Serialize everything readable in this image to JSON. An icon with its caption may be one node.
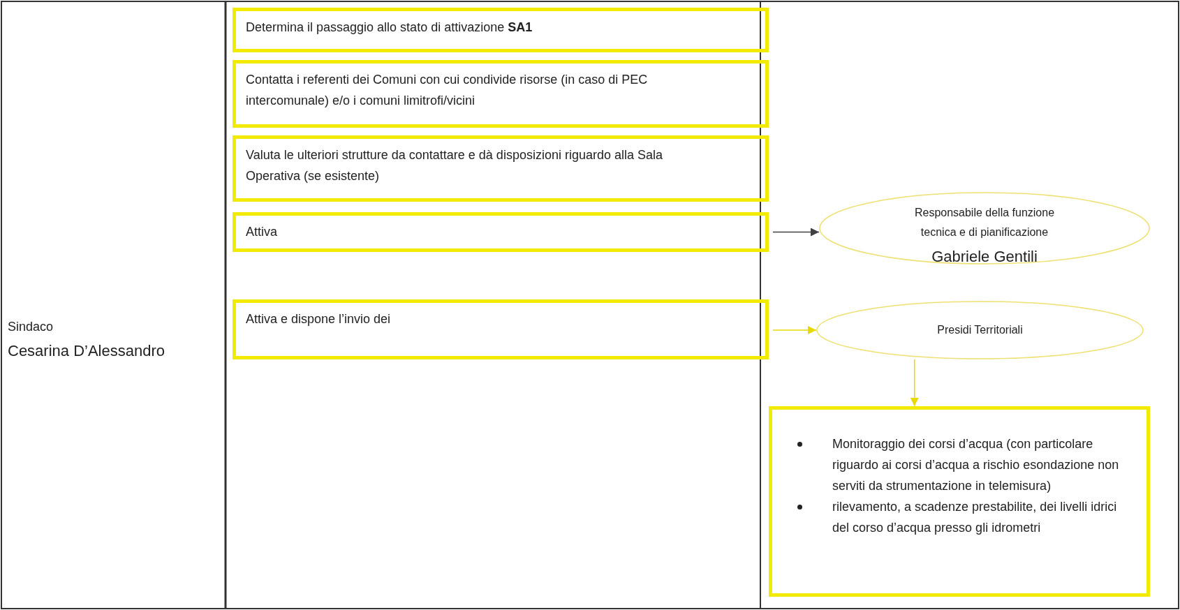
{
  "diagram": {
    "nodes": [
      {
        "text": [
          "Determina il passaggio allo stato di attivazione **SA1**"
        ]
      },
      {
        "text": [
          "Contatta i referenti dei Comuni con cui condivide risorse (in caso di PEC intercomunale) e/o i comuni limitrofi/vicini"
        ]
      },
      {
        "text": [
          "Valuta le ulteriori strutture da contattare e dà disposizioni riguardo alla Sala Operativa (se esistente)"
        ]
      },
      {
        "text": [
          "Attiva"
        ]
      },
      {
        "text": [
          "Responsabile della funzione tecnica e di pianificazione",
          "Gabriele Gentili"
        ]
      },
      {
        "text": [
          "Attiva e dispone l’invio dei"
        ]
      },
      {
        "text": [
          "Presidi Territoriali"
        ]
      },
      {
        "text": [
          "Monitoraggio dei corsi d’acqua (con particolare riguardo ai corsi d’acqua a rischio esondazione non serviti da strumentazione in telemisura)",
          "rilevamento, a scadenze prestabilite, dei livelli idrici del corso d’acqua presso gli idrometri"
        ]
      }
    ],
    "edges": [
      {
        "from": 3,
        "to": 4,
        "arrow": "to",
        "color": "#404040"
      },
      {
        "from": 5,
        "to": 6,
        "arrow": "to",
        "color": "#e8d800"
      },
      {
        "from": 6,
        "to": 7,
        "arrow": "to",
        "color": "#e8d800"
      }
    ],
    "labels": [
      "Sindaco",
      "Cesarina D’Alessandro"
    ]
  }
}
